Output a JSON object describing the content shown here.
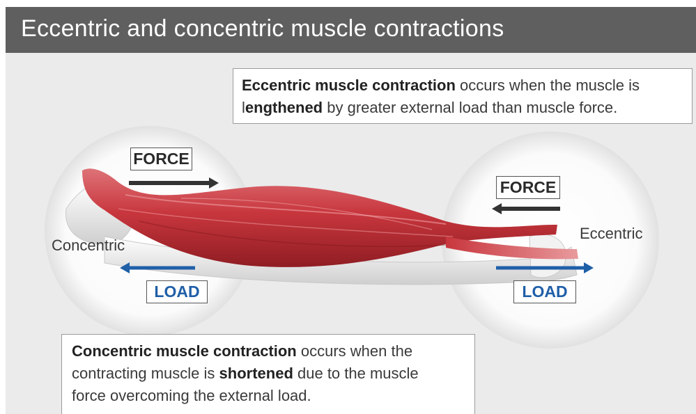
{
  "title": "Eccentric and concentric muscle contractions",
  "eccentric_box": {
    "term": "Eccentric muscle contraction",
    "t1": " occurs when the muscle is",
    "prefix2": "l",
    "keyword": "engthened",
    "t2": " by greater external load than muscle force."
  },
  "concentric_box": {
    "term": "Concentric muscle contraction",
    "t1": " occurs when the",
    "t2": "contracting muscle is ",
    "keyword": "shortened",
    "t3": " due to the muscle",
    "t4": "force overcoming the external load."
  },
  "left": {
    "force_label": "FORCE",
    "load_label": "LOAD",
    "side_label": "Concentric"
  },
  "right": {
    "force_label": "FORCE",
    "load_label": "LOAD",
    "side_label": "Eccentric"
  },
  "colors": {
    "title_bar": "#5f5f5f",
    "force_arrow": "#333333",
    "load_arrow": "#1f5fa8",
    "muscle": "#c8363d",
    "background": "#ebebeb"
  },
  "icons": {
    "force_left": "arrow-right-icon",
    "force_right": "arrow-left-icon",
    "load_left": "arrow-left-icon",
    "load_right": "arrow-right-icon"
  }
}
